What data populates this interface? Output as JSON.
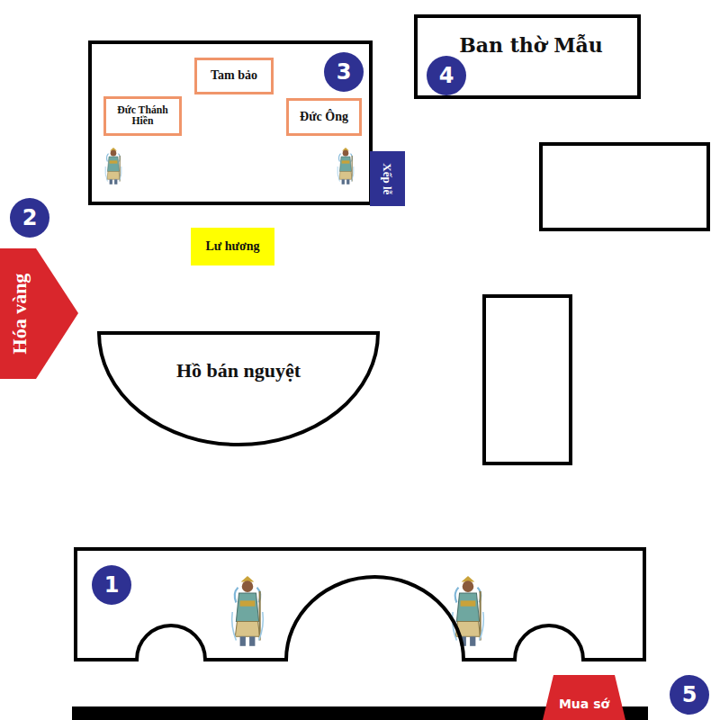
{
  "diagram": {
    "nodes": [
      {
        "text": [
          "3"
        ]
      },
      {
        "text": [
          "Tam bảo"
        ],
        "in": 0
      },
      {
        "text": [
          "Đức Thánh Hiền"
        ],
        "in": 0
      },
      {
        "text": [
          "Đức Ông"
        ],
        "in": 0
      },
      {
        "text": [
          "Xếp lễ"
        ]
      },
      {
        "text": [
          "Ban thờ Mẫu",
          "4"
        ]
      },
      {
        "text": [
          "Lư hương"
        ]
      },
      {
        "text": [
          "Hóa vàng"
        ]
      },
      {
        "text": [
          "Hồ bán nguyệt"
        ]
      },
      {
        "text": [
          "1"
        ]
      },
      {
        "text": [
          "Mua sớ"
        ]
      }
    ],
    "labels": [
      "2",
      "5"
    ]
  }
}
